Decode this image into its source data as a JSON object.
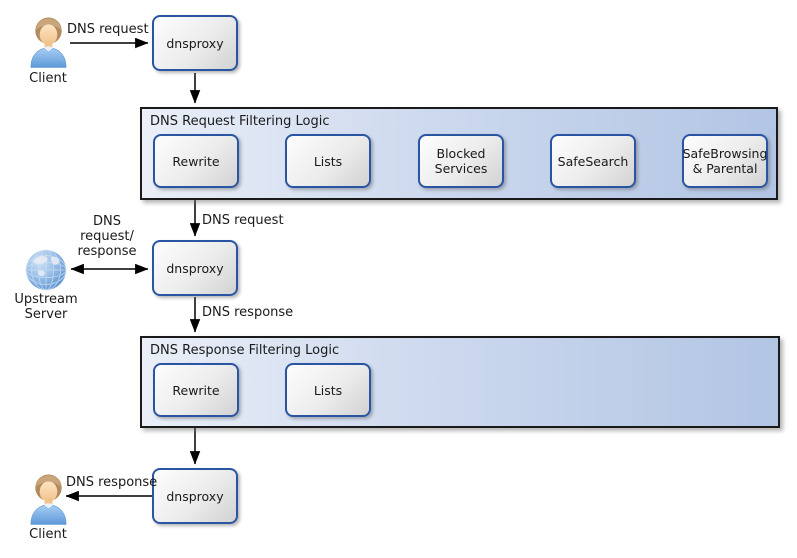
{
  "colors": {
    "box_border_blue": "#2a55a2",
    "box_fill_light": "#fdfdfd",
    "box_fill_dark": "#d2d2d2",
    "container_fill_left": "#eaeff8",
    "container_fill_right": "#b2c5e4",
    "container_border": "#1a1a1a",
    "arrow": "#000000",
    "shirt_blue": "#5d99d9",
    "globe_blue": "#5e98d4"
  },
  "nodes": {
    "client_top": {
      "label": "Client"
    },
    "dnsproxy_top": {
      "label": "dnsproxy"
    },
    "upstream_server": {
      "label": "Upstream\nServer"
    },
    "dnsproxy_middle": {
      "label": "dnsproxy"
    },
    "dnsproxy_bottom": {
      "label": "dnsproxy"
    },
    "client_bottom": {
      "label": "Client"
    }
  },
  "containers": {
    "request": {
      "title": "DNS Request Filtering Logic",
      "steps": [
        {
          "label": "Rewrite"
        },
        {
          "label": "Lists"
        },
        {
          "label": "Blocked Services"
        },
        {
          "label": "SafeSearch"
        },
        {
          "label": "SafeBrowsing & Parental"
        }
      ]
    },
    "response": {
      "title": "DNS Response Filtering Logic",
      "steps": [
        {
          "label": "Rewrite"
        },
        {
          "label": "Lists"
        }
      ]
    }
  },
  "edge_labels": {
    "client_to_proxy": "DNS request",
    "filter_to_proxy": "DNS request",
    "upstream_link": "DNS\nrequest/\nresponse",
    "proxy_to_response_filter": "DNS response",
    "proxy_to_client": "DNS response"
  },
  "icons": {
    "client": "user-person-icon",
    "upstream": "globe-icon"
  }
}
